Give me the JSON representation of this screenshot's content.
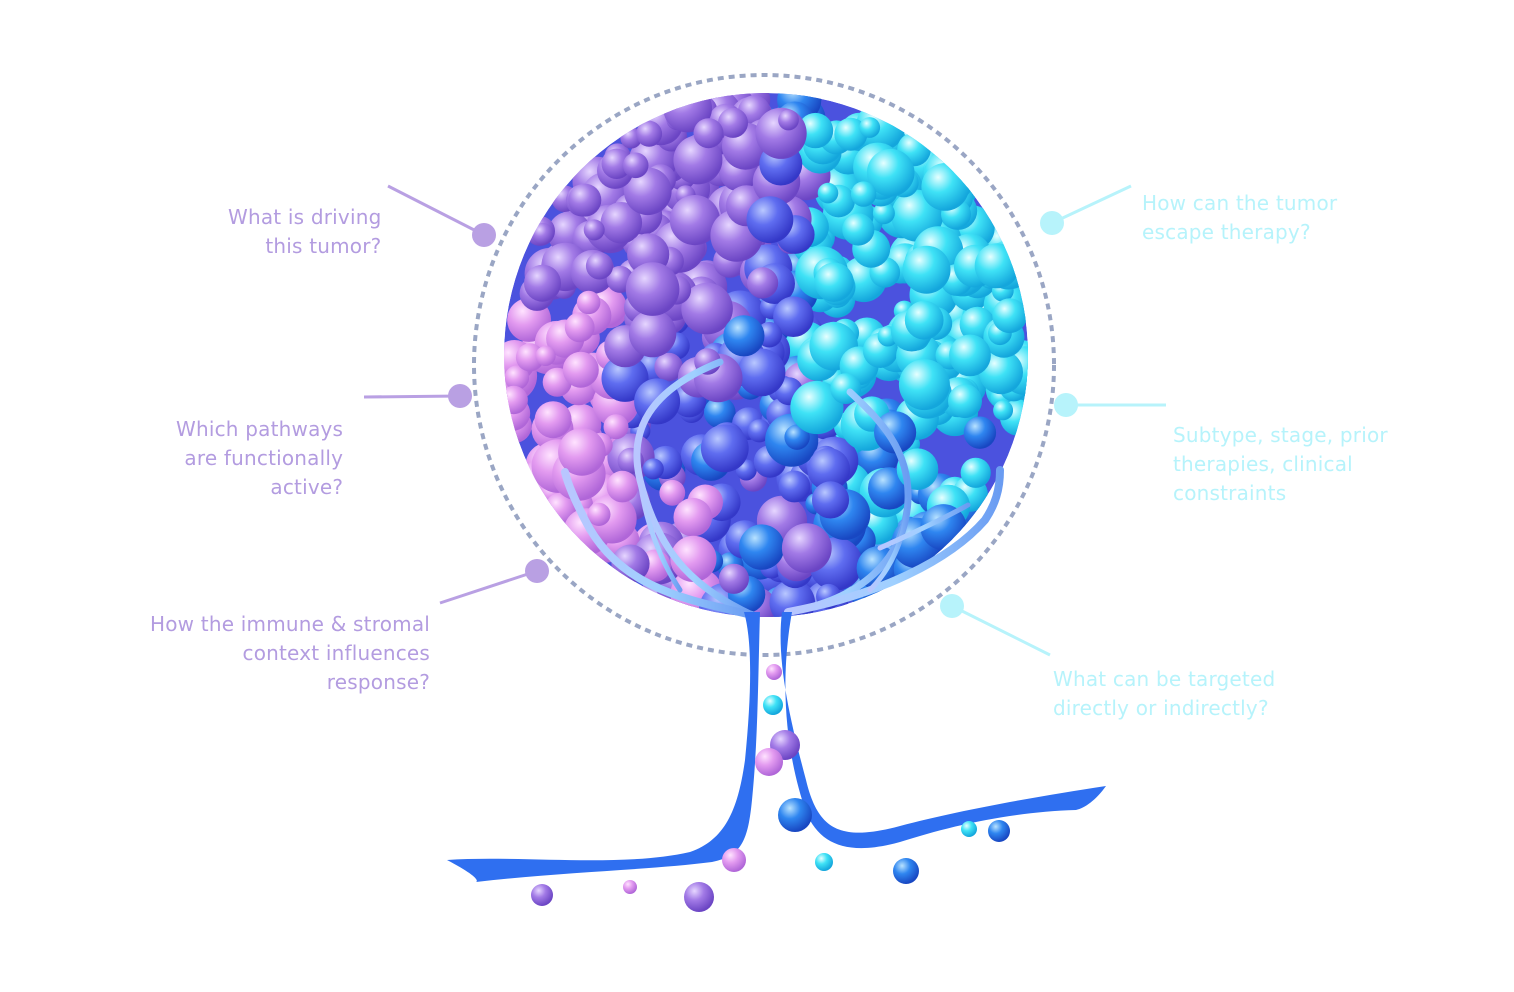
{
  "colors": {
    "purple_text": "#b39ce0",
    "cyan_text": "#b6f3fb",
    "purple_marker": "#b9a0e3",
    "cyan_marker": "#b7f3fb",
    "trunk": "#2f6ff0",
    "dashed_circle": "#9aa6c4"
  },
  "questions": {
    "driving": [
      "What is driving",
      "this tumor?"
    ],
    "pathways": [
      "Which pathways",
      "are functionally",
      "active?"
    ],
    "immune": [
      "How the immune & stromal",
      "context influences",
      "response?"
    ],
    "escape": [
      "How can the tumor",
      "escape therapy?"
    ],
    "subtype": [
      "Subtype, stage, prior",
      "therapies, clinical",
      "constraints"
    ],
    "targeted": [
      "What can be targeted",
      "directly or indirectly?"
    ]
  }
}
